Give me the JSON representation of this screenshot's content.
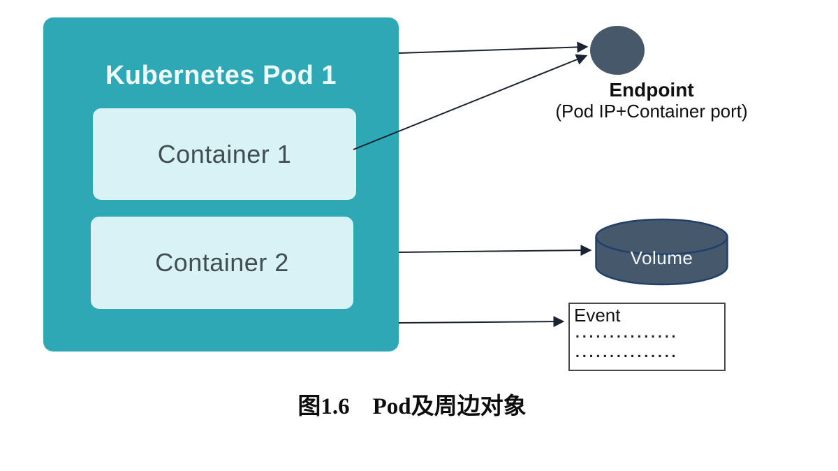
{
  "diagram": {
    "pod": {
      "title": "Kubernetes Pod 1",
      "containers": [
        {
          "label": "Container 1"
        },
        {
          "label": "Container 2"
        }
      ]
    },
    "endpoint": {
      "label": "Endpoint",
      "sublabel": "(Pod IP+Container port)"
    },
    "volume": {
      "label": "Volume"
    },
    "event": {
      "label": "Event",
      "dotted_lines": [
        "...............",
        "..............."
      ]
    },
    "caption": "图1.6　Pod及周边对象"
  },
  "colors": {
    "pod_fill": "#2ea8b5",
    "pod_title_text": "#eefafb",
    "container_fill": "#d9f2f6",
    "container_text": "#404e52",
    "endpoint_fill": "#46586a",
    "volume_fill": "#46586b",
    "volume_stroke": "#20406b",
    "arrow": "#1b2330",
    "event_border": "#474747",
    "background": "#ffffff"
  }
}
